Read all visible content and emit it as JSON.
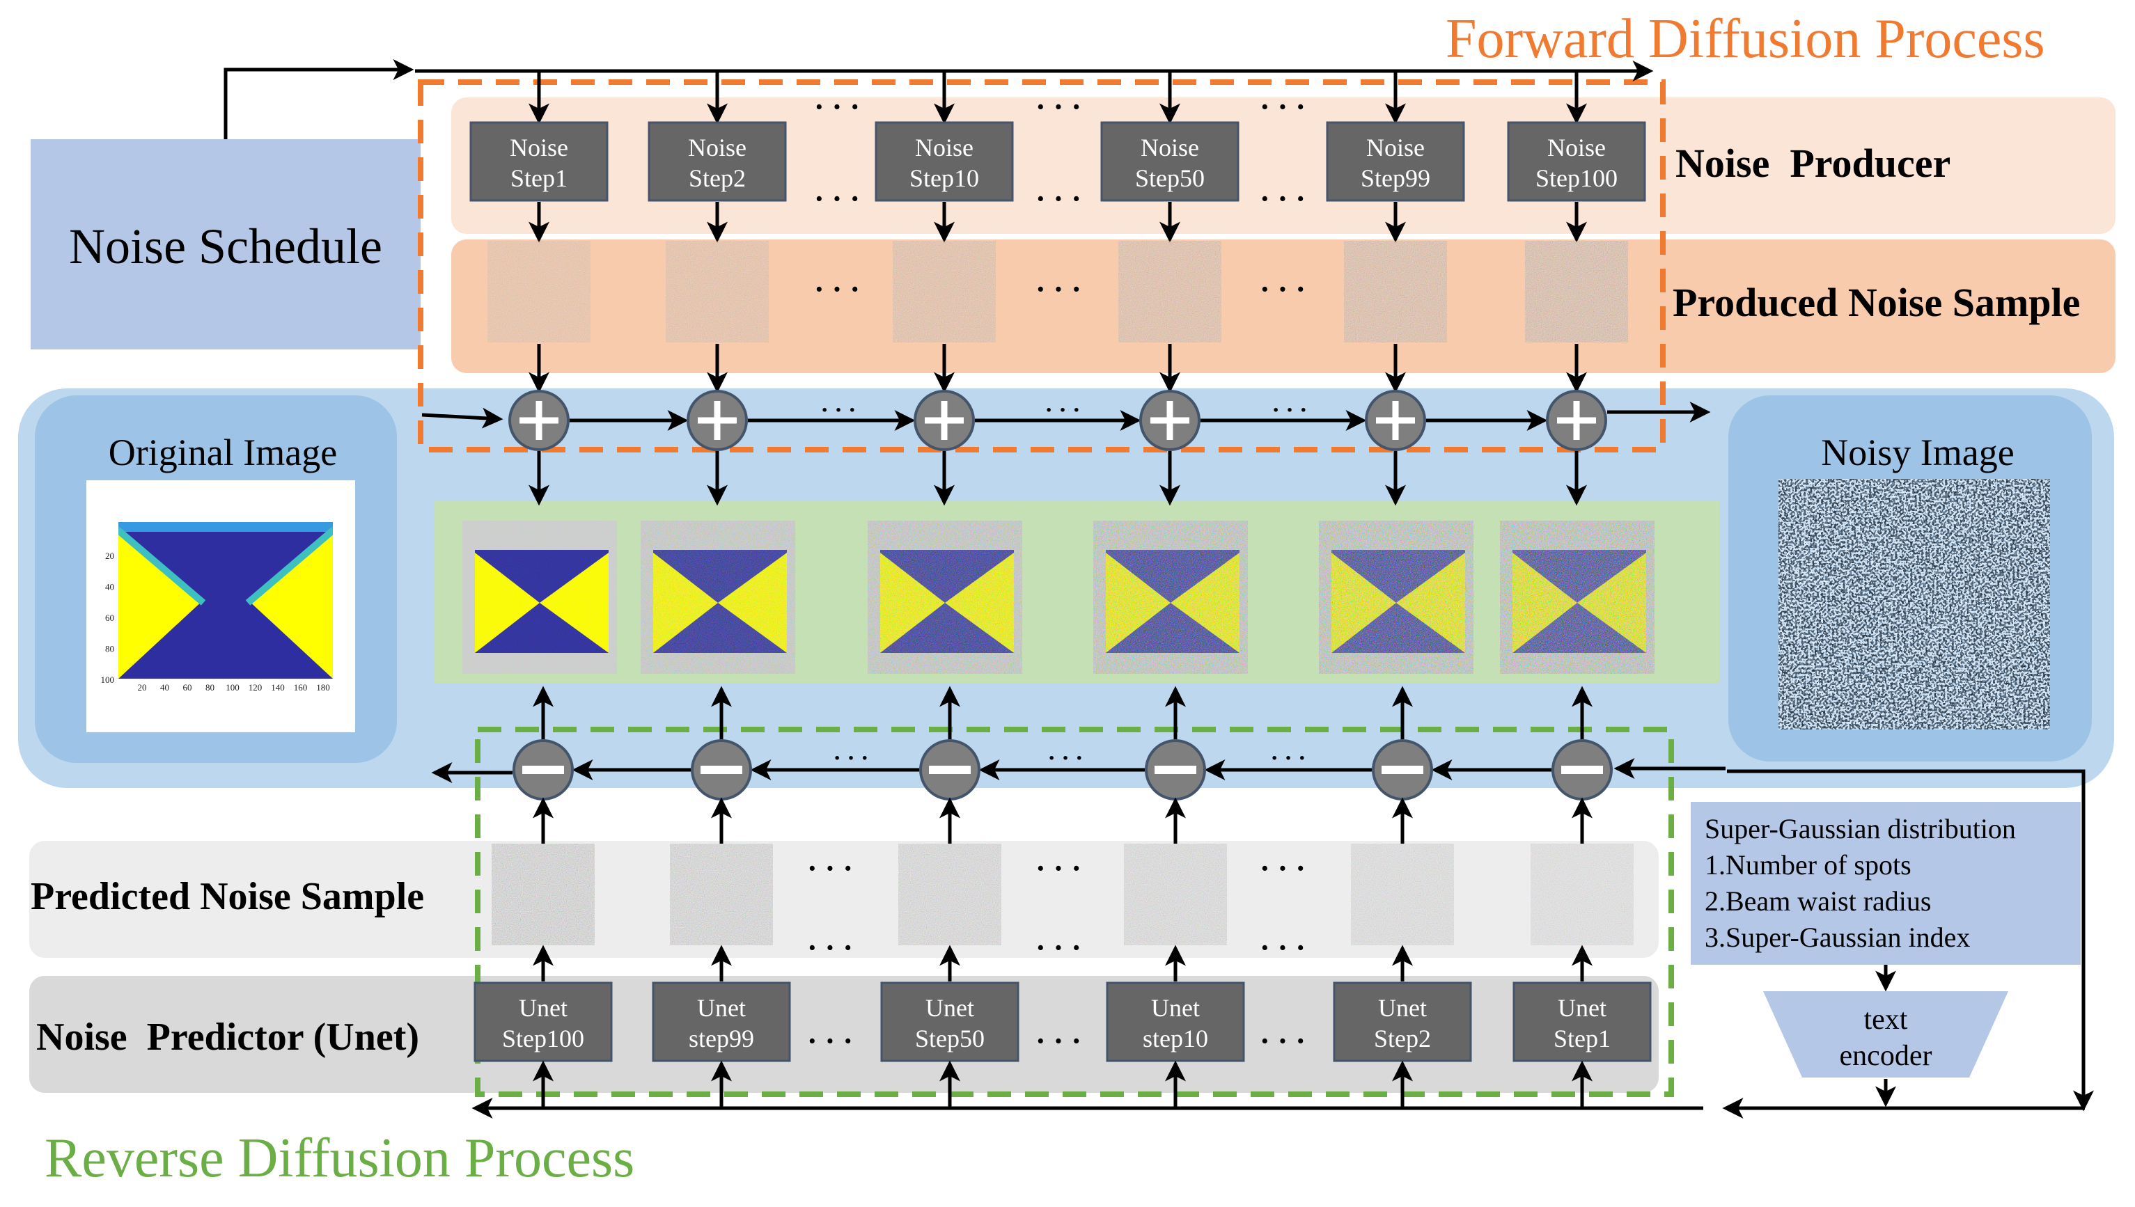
{
  "titles": {
    "forward": "Forward Diffusion Process",
    "reverse": "Reverse Diffusion Process"
  },
  "noise_schedule": {
    "label": "Noise Schedule"
  },
  "rows": {
    "noise_producer": "Noise  Producer",
    "produced_noise_sample": "Produced Noise Sample",
    "predicted_noise_sample": "Predicted Noise Sample",
    "noise_predictor": "Noise  Predictor (Unet)"
  },
  "original_image": {
    "label": "Original Image",
    "y_ticks": [
      "20",
      "40",
      "60",
      "80",
      "100"
    ],
    "x_ticks": [
      "20",
      "40",
      "60",
      "80",
      "100",
      "120",
      "140",
      "160",
      "180"
    ]
  },
  "noisy_image": {
    "label": "Noisy Image"
  },
  "noise_steps": [
    [
      "Noise",
      "Step1"
    ],
    [
      "Noise",
      "Step2"
    ],
    [
      "Noise",
      "Step10"
    ],
    [
      "Noise",
      "Step50"
    ],
    [
      "Noise",
      "Step99"
    ],
    [
      "Noise",
      "Step100"
    ]
  ],
  "unet_steps": [
    [
      "Unet",
      "Step100"
    ],
    [
      "Unet",
      "step99"
    ],
    [
      "Unet",
      "Step50"
    ],
    [
      "Unet",
      "step10"
    ],
    [
      "Unet",
      "Step2"
    ],
    [
      "Unet",
      "Step1"
    ]
  ],
  "ellipsis": "· · ·",
  "condition": {
    "title": "Super-Gaussian distribution",
    "items": [
      "1.Number of spots",
      "2.Beam waist radius",
      "3.Super-Gaussian index"
    ]
  },
  "text_encoder": {
    "line1": "text",
    "line2": "encoder"
  },
  "colors": {
    "forward_orange": "#f07a30",
    "reverse_green": "#6aae45",
    "step_box": "#666666",
    "noise_schedule_bg": "#b4c7e7",
    "blue_band": "#bdd7ee",
    "panel_blue": "#9dc3e6",
    "green_band": "#c5e0b4",
    "image_blue": "#2e2ea0",
    "image_yellow": "#ffff00"
  },
  "icons": {
    "plus": "plus-circle-icon",
    "minus": "minus-circle-icon"
  }
}
